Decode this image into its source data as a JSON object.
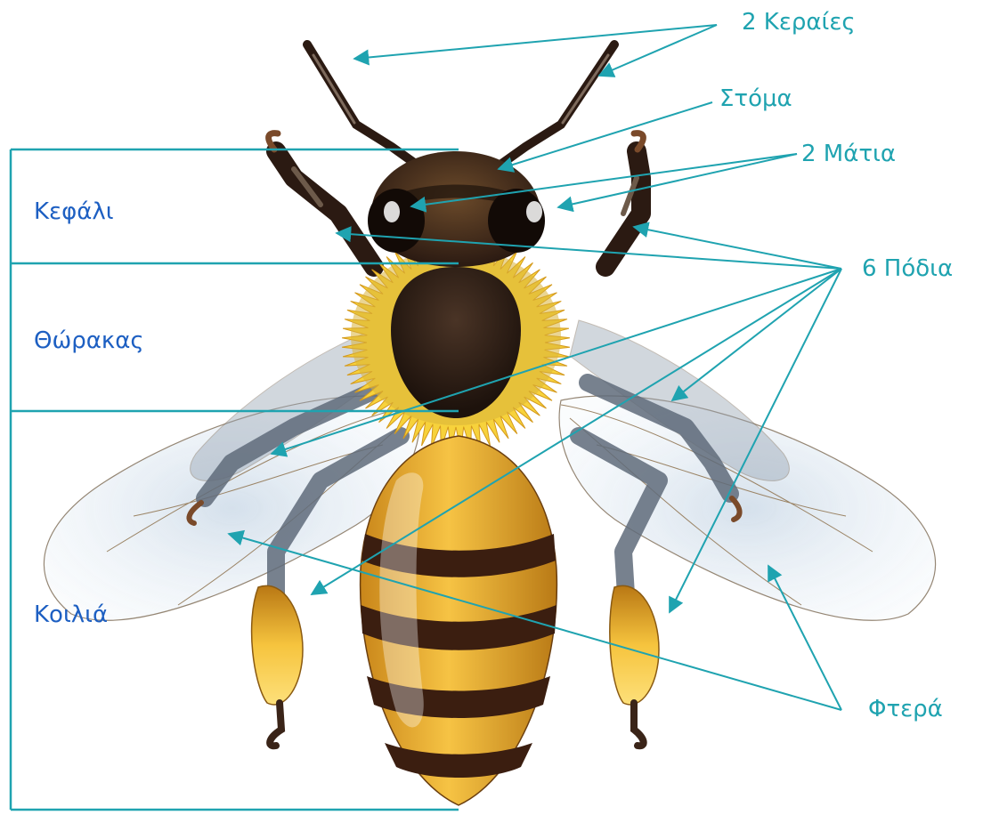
{
  "colors": {
    "annotation": "#1fa3b0",
    "section_label": "#1d5fc2",
    "bracket": "#1fa3b0",
    "bee_dark": "#2b1a12",
    "bee_yellow": "#f2b63a",
    "pollen": "#f7d23b",
    "wing": "#dce9f3"
  },
  "labels": {
    "antennae": "2 Κεραίες",
    "mouth": "Στόμα",
    "eyes": "2 Μάτια",
    "legs": "6 Πόδια",
    "wings": "Φτερά"
  },
  "sections": {
    "head": "Κεφάλι",
    "thorax": "Θώρακας",
    "abdomen": "Κοιλιά"
  }
}
